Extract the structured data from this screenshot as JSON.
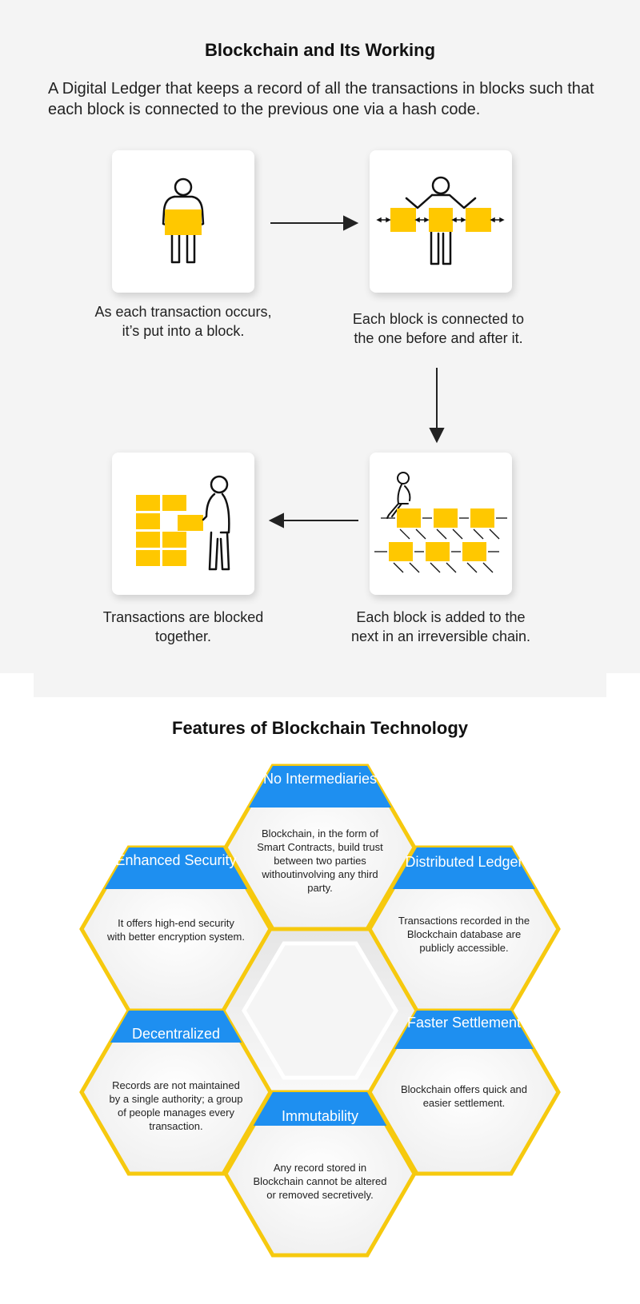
{
  "header": {
    "title": "Blockchain and Its Working",
    "subtitle": "A Digital Ledger that keeps a record of all the transactions in blocks such that each block is connected to the previous one via a hash code."
  },
  "steps": [
    {
      "caption": "As each transaction occurs, it’s put into a block.",
      "icon": "person-holding-block-icon"
    },
    {
      "caption": "Each block is connected to the one before and after it.",
      "icon": "connected-blocks-icon"
    },
    {
      "caption": "Each block is added to the next in an irreversible chain.",
      "icon": "block-chain-network-icon"
    },
    {
      "caption": "Transactions are blocked together.",
      "icon": "stacked-blocks-icon"
    }
  ],
  "features": {
    "title": "Features of Blockchain Technology",
    "items": [
      {
        "title": "No Intermediaries",
        "description": "Blockchain, in the form of Smart Contracts, build trust between two parties withoutinvolving any third party."
      },
      {
        "title": "Enhanced Security",
        "description": "It offers high-end security with better encryption system."
      },
      {
        "title": "Distributed Ledger",
        "description": "Transactions recorded in the Blockchain database are publicly accessible."
      },
      {
        "title": "Decentralized",
        "description": "Records are not maintained by a single authority; a group of people manages every transaction."
      },
      {
        "title": "Faster Settlement",
        "description": "Blockchain offers quick and easier settlement."
      },
      {
        "title": "Immutability",
        "description": "Any record stored in Blockchain cannot be altered or removed secretively."
      }
    ]
  },
  "colors": {
    "panel_bg": "#f4f4f4",
    "block_yellow": "#ffc800",
    "hex_border": "#f6c90e",
    "banner_blue": "#1e8ff0"
  }
}
